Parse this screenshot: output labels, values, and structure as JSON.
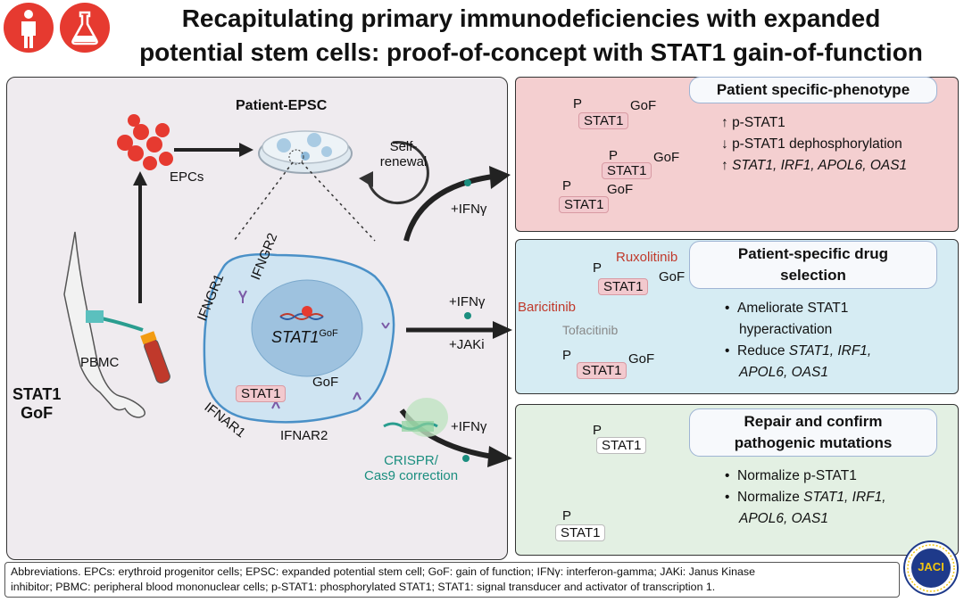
{
  "title": {
    "line1": "Recapitulating primary immunodeficiencies with expanded",
    "line2": "potential stem cells: proof-of-concept with STAT1 gain-of-function"
  },
  "icons": {
    "patient": "person-icon",
    "lab": "flask-icon",
    "journal": "jaci-seal-icon"
  },
  "colors": {
    "red": "#e63a30",
    "phenotype_bg": "#f4cfd0",
    "drug_bg": "#d6ecf3",
    "repair_bg": "#e3f0e3",
    "teal": "#2a9d8f",
    "drug_red": "#c0392b"
  },
  "left": {
    "patient_epsc": "Patient-EPSC",
    "self_renewal_1": "Self-",
    "self_renewal_2": "renewal",
    "epcs": "EPCs",
    "pbmc": "PBMC",
    "stat1_gof_1": "STAT1",
    "stat1_gof_2": "GoF",
    "ifngr1": "IFNGR1",
    "ifngr2": "IFNGR2",
    "ifnar1": "IFNAR1",
    "ifnar2": "IFNAR2",
    "stat1_gene": "STAT1",
    "gene_sup": "GoF",
    "stat1_box": "STAT1",
    "gof": "GoF",
    "crispr_1": "CRISPR/",
    "crispr_2": "Cas9 correction",
    "arrow1_label": "+IFNγ",
    "arrow2_label_1": "+IFNγ",
    "arrow2_label_2": "+JAKi",
    "arrow3_label": "+IFNγ"
  },
  "panel1": {
    "heading": "Patient specific-phenotype",
    "p": "P",
    "stat1": "STAT1",
    "gof": "GoF",
    "bullets": [
      {
        "arrow": "↑",
        "text": "p-STAT1"
      },
      {
        "arrow": "↓",
        "text": "p-STAT1 dephosphorylation"
      },
      {
        "arrow": "↑",
        "text": "STAT1, IRF1,  APOL6, OAS1"
      }
    ]
  },
  "panel2": {
    "heading_1": "Patient-specific drug",
    "heading_2": "selection",
    "ruxolitinib": "Ruxolitinib",
    "baricitinib": "Baricitinib",
    "tofacitinib": "Tofacitinib",
    "p": "P",
    "stat1": "STAT1",
    "gof": "GoF",
    "bullet1_1": "Ameliorate STAT1",
    "bullet1_2": "hyperactivation",
    "bullet2_1a": "Reduce ",
    "bullet2_1b": "STAT1, IRF1,",
    "bullet2_2": "APOL6, OAS1"
  },
  "panel3": {
    "heading_1": "Repair and confirm",
    "heading_2": "pathogenic mutations",
    "p": "P",
    "stat1": "STAT1",
    "bullet1": "Normalize p-STAT1",
    "bullet2_1a": "Normalize ",
    "bullet2_1b": "STAT1, IRF1,",
    "bullet2_2": "APOL6, OAS1"
  },
  "footer": {
    "line1": "Abbreviations. EPCs: erythroid progenitor cells; EPSC: expanded potential stem cell; GoF: gain of function; IFNγ: interferon-gamma; JAKi: Janus Kinase",
    "line2": "inhibitor; PBMC: peripheral blood mononuclear cells; p-STAT1: phosphorylated STAT1; STAT1: signal transducer and activator of transcription 1."
  },
  "seal": {
    "text": "JACI",
    "ring": "The Journal of Allergy & Clinical Immunology"
  }
}
